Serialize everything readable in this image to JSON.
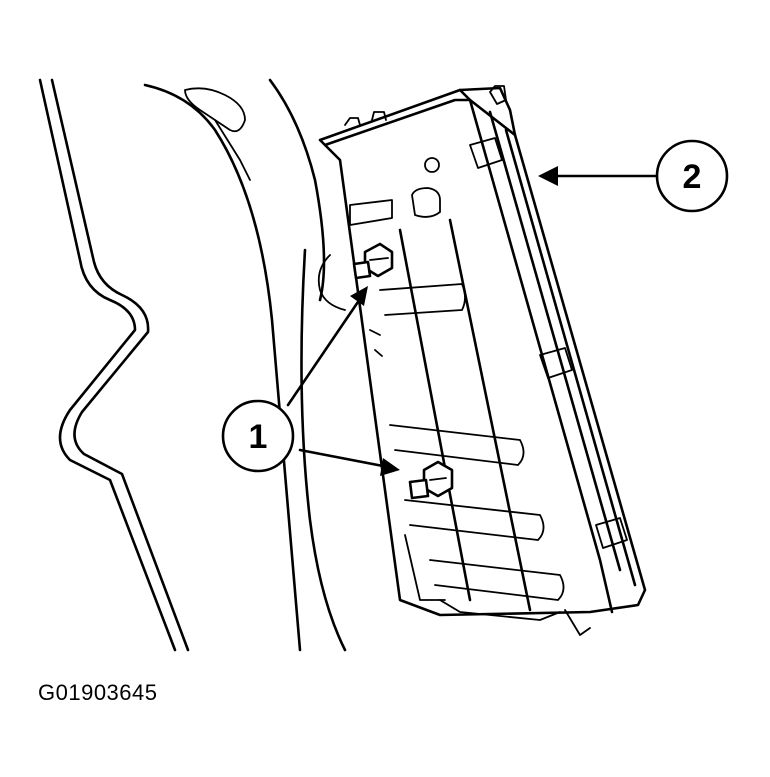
{
  "callouts": [
    {
      "id": "1",
      "label": "1"
    },
    {
      "id": "2",
      "label": "2"
    }
  ],
  "figure_id": "G01903645"
}
